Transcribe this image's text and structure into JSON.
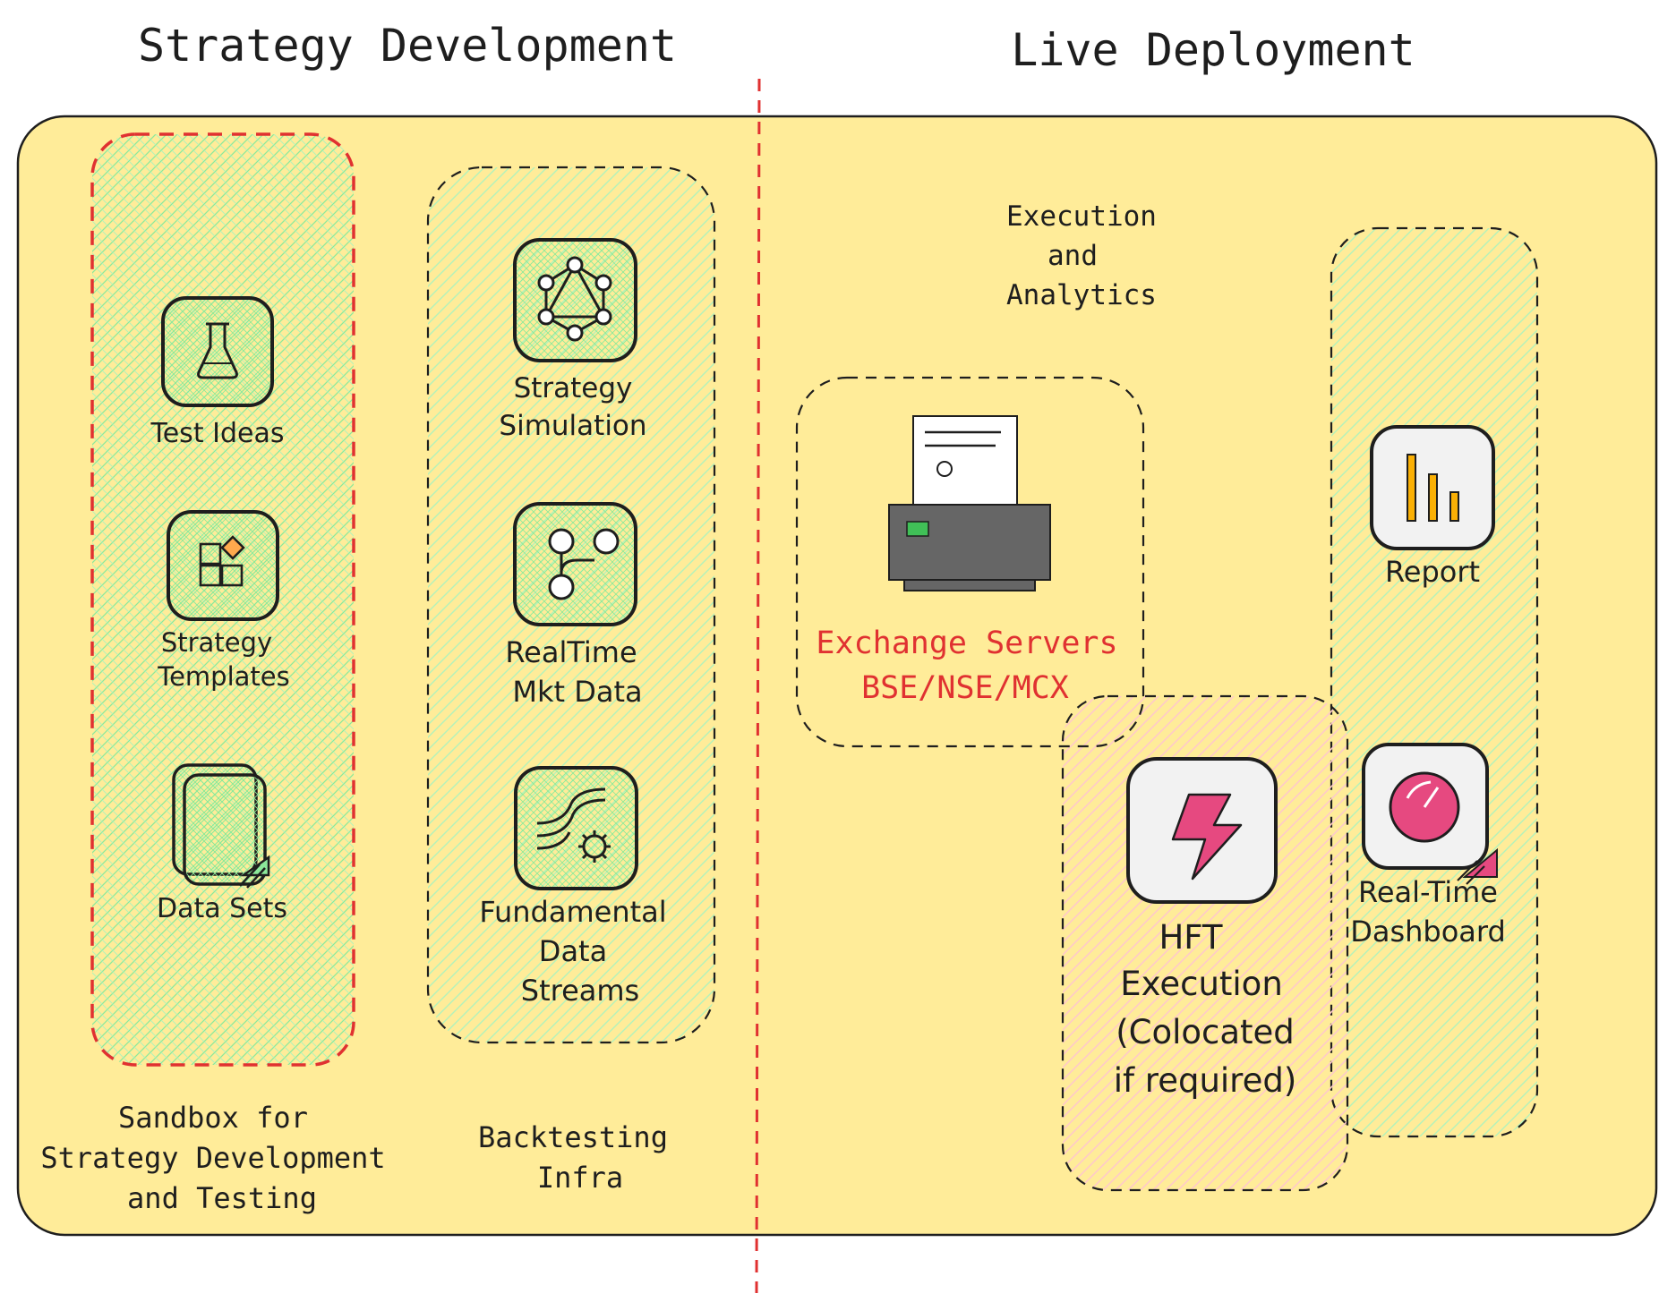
{
  "headings": {
    "left": "Strategy Development",
    "right": "Live Deployment"
  },
  "groups": {
    "sandbox": {
      "line1": "Sandbox for",
      "line2": "Strategy Development",
      "line3": "and Testing",
      "items": [
        {
          "label": [
            "Test Ideas"
          ],
          "icon": "flask-icon"
        },
        {
          "label": [
            "Strategy",
            "Templates"
          ],
          "icon": "templates-icon"
        },
        {
          "label": [
            "Data Sets"
          ],
          "icon": "datasets-icon"
        }
      ]
    },
    "backtesting": {
      "line1": "Backtesting",
      "line2": "Infra",
      "items": [
        {
          "label": [
            "Strategy",
            "Simulation"
          ],
          "icon": "network-icon"
        },
        {
          "label": [
            "RealTime",
            "Mkt Data"
          ],
          "icon": "branch-icon"
        },
        {
          "label": [
            "Fundamental",
            "Data",
            "Streams"
          ],
          "icon": "streams-icon"
        }
      ]
    },
    "execution": {
      "line1": "Execution",
      "line2": "and",
      "line3": "Analytics"
    },
    "exchange": {
      "line1": "Exchange Servers",
      "line2": "BSE/NSE/MCX",
      "icon": "server-printer-icon"
    },
    "hft": {
      "label": [
        "HFT",
        "Execution",
        "(Colocated",
        "if required)"
      ],
      "icon": "lightning-icon"
    },
    "analytics": {
      "items": [
        {
          "label": [
            "Report"
          ],
          "icon": "bar-chart-icon"
        },
        {
          "label": [
            "Real-Time",
            "Dashboard"
          ],
          "icon": "gauge-icon"
        }
      ]
    }
  },
  "colors": {
    "board": "#ffec99",
    "red_dash": "#e03131",
    "green_fill": "#b2f2bb",
    "pink_fill": "#ffc9c9",
    "accent_magenta": "#e64980",
    "text": "#1e1e1e"
  }
}
